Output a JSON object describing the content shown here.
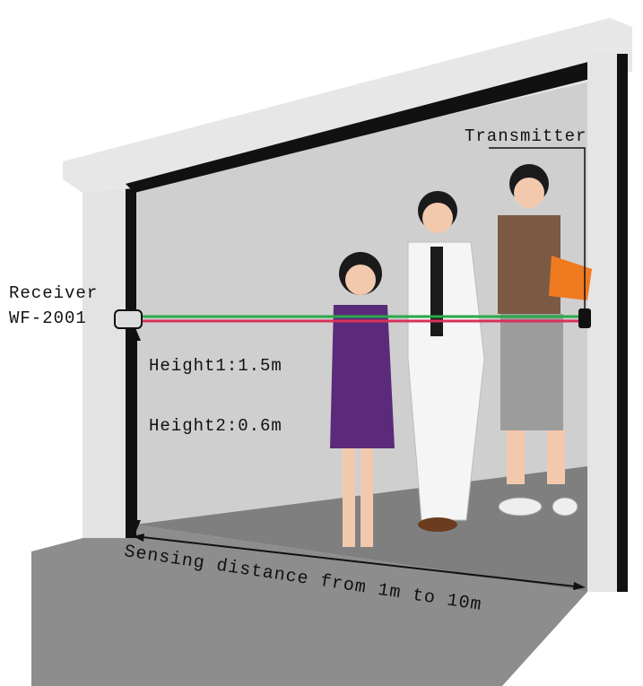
{
  "labels": {
    "transmitter": "Transmitter",
    "receiver": "Receiver",
    "receiver_model": "WF-2001",
    "height1": "Height1:1.5m",
    "height2": "Height2:0.6m",
    "sensing_distance": "Sensing distance from 1m to 10m"
  },
  "colors": {
    "beam_upper": "#2aa84a",
    "beam_lower": "#d8325a",
    "wall": "#d9d9d9",
    "floor": "#8c8c8c",
    "frame": "#111111"
  }
}
